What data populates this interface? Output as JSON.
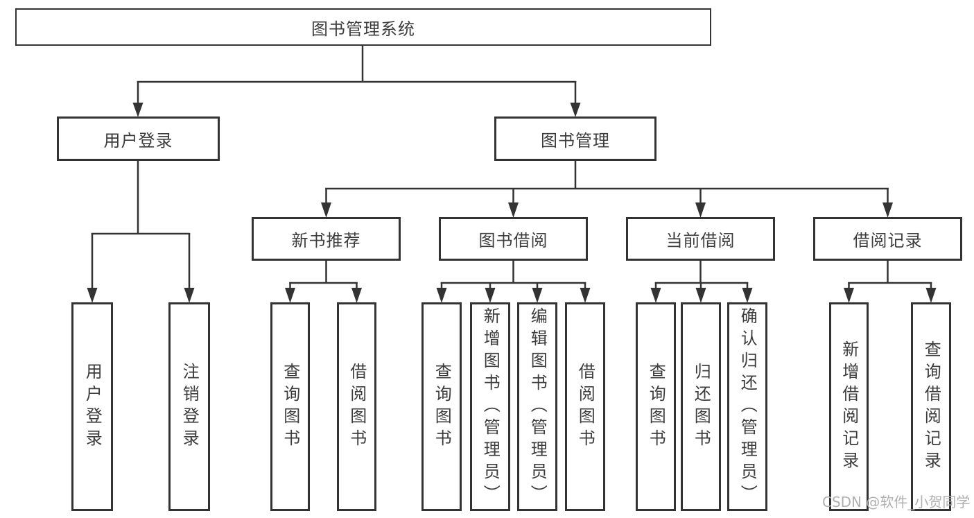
{
  "colors": {
    "line": "#333333",
    "text": "#3c3c3c",
    "background": "#ffffff",
    "watermark": "#b0b0b0"
  },
  "watermark": {
    "text": "CSDN @软件_小贺同学"
  },
  "tree": {
    "label": "图书管理系统",
    "children": [
      {
        "label": "用户登录",
        "children": [
          {
            "label": "用户登录"
          },
          {
            "label": "注销登录"
          }
        ]
      },
      {
        "label": "图书管理",
        "children": [
          {
            "label": "新书推荐",
            "children": [
              {
                "label": "查询图书"
              },
              {
                "label": "借阅图书"
              }
            ]
          },
          {
            "label": "图书借阅",
            "children": [
              {
                "label": "查询图书"
              },
              {
                "label": "新增图书（管理员）"
              },
              {
                "label": "编辑图书（管理员）"
              },
              {
                "label": "借阅图书"
              }
            ]
          },
          {
            "label": "当前借阅",
            "children": [
              {
                "label": "查询图书"
              },
              {
                "label": "归还图书"
              },
              {
                "label": "确认归还（管理员）"
              }
            ]
          },
          {
            "label": "借阅记录",
            "children": [
              {
                "label": "新增借阅记录"
              },
              {
                "label": "查询借阅记录"
              }
            ]
          }
        ]
      }
    ]
  }
}
